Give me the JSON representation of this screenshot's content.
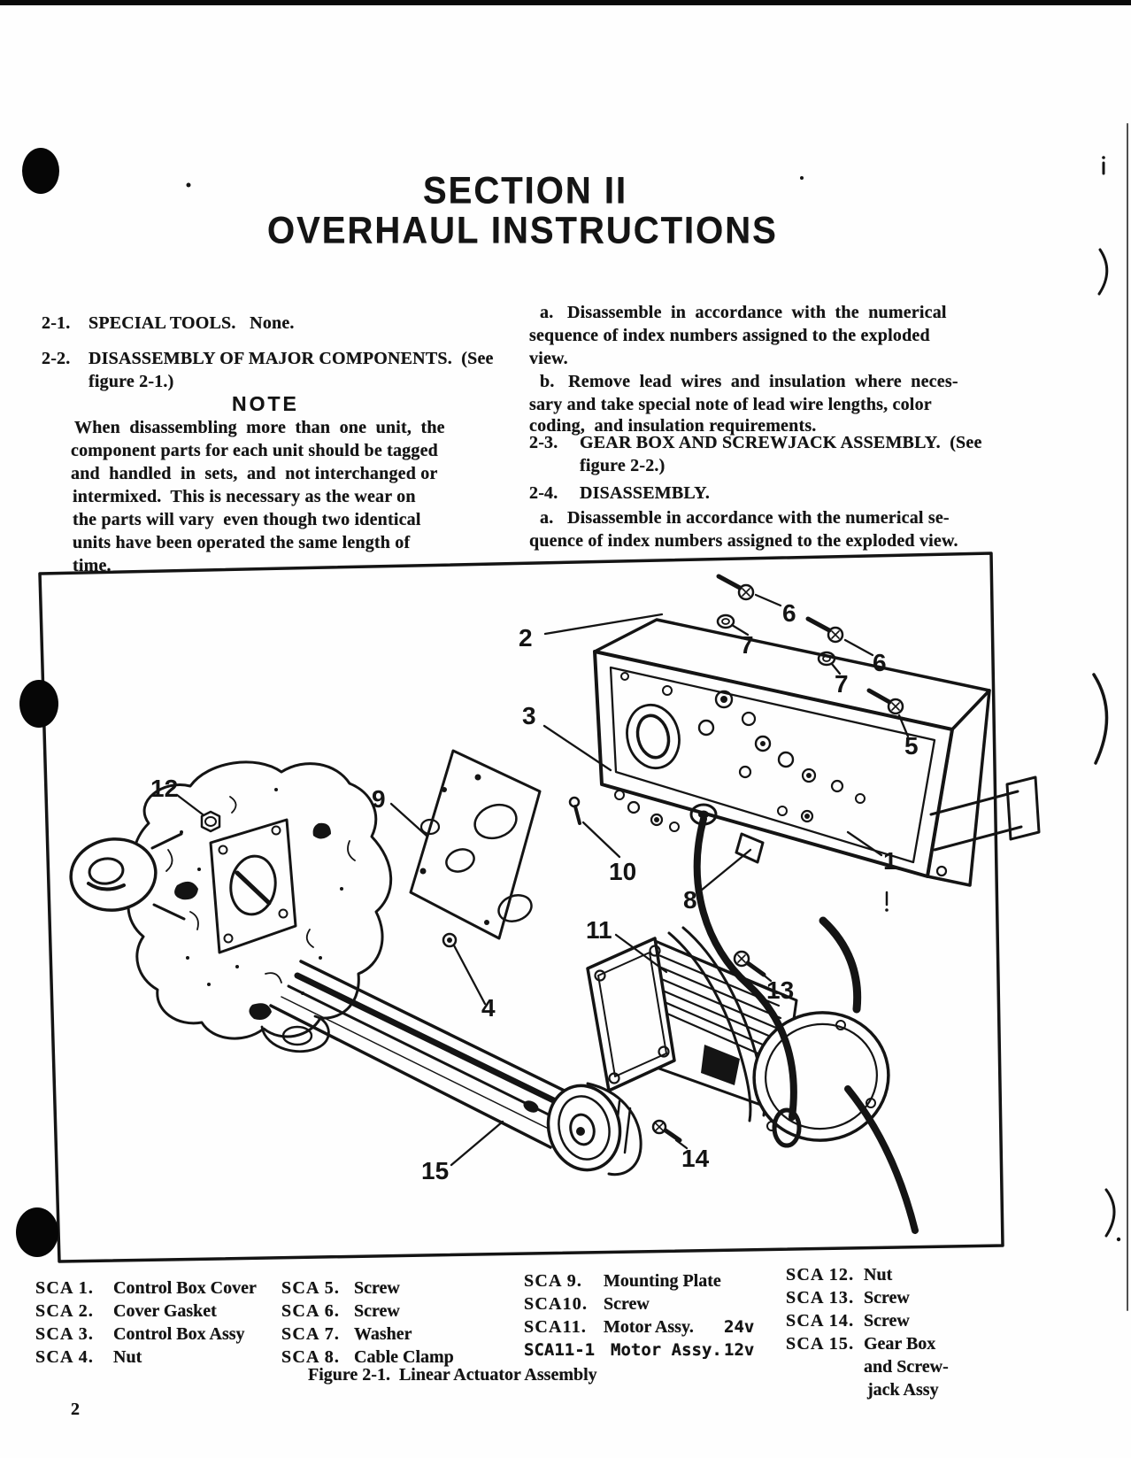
{
  "title": {
    "line1": "SECTION II",
    "line2": "OVERHAUL INSTRUCTIONS"
  },
  "left_column": {
    "item_2_1": {
      "num": "2-1.",
      "text": "SPECIAL TOOLS.   None."
    },
    "item_2_2": {
      "num": "2-2.",
      "line1": "DISASSEMBLY OF MAJOR COMPONENTS.  (See",
      "line2": "figure 2-1.)"
    },
    "note": {
      "heading": "NOTE",
      "lines": [
        "When  disassembling  more  than  one  unit,  the",
        "component parts for each unit should be tagged",
        "and  handled  in  sets,  and  not interchanged or",
        "intermixed.  This is necessary as the wear on",
        "the parts will vary  even though two identical",
        "units have been operated the same length of",
        "time."
      ]
    }
  },
  "right_column": {
    "para_a": {
      "lines": [
        "a.   Disassemble  in  accordance  with  the  numerical",
        "sequence of index numbers assigned to the exploded",
        "view."
      ]
    },
    "para_b": {
      "lines": [
        "b.   Remove  lead  wires  and  insulation  where  neces-",
        "sary and take special note of lead wire lengths, color",
        "coding,  and insulation requirements."
      ]
    },
    "item_2_3": {
      "num": "2-3.",
      "line1": "GEAR BOX AND SCREWJACK ASSEMBLY.  (See",
      "line2": "figure 2-2.)"
    },
    "item_2_4": {
      "num": "2-4.",
      "text": "DISASSEMBLY."
    },
    "para_a2": {
      "lines": [
        "a.   Disassemble in accordance with the numerical se-",
        "quence of index numbers assigned to the exploded view."
      ]
    }
  },
  "figure": {
    "caption": "Figure 2-1.  Linear Actuator Assembly",
    "callouts": [
      "1",
      "2",
      "3",
      "4",
      "5",
      "6",
      "6",
      "7",
      "7",
      "8",
      "9",
      "10",
      "11",
      "12",
      "13",
      "14",
      "15"
    ]
  },
  "parts_list": {
    "col1": [
      {
        "id": "SCA 1.",
        "name": "Control Box Cover"
      },
      {
        "id": "SCA 2.",
        "name": "Cover Gasket"
      },
      {
        "id": "SCA 3.",
        "name": "Control Box Assy"
      },
      {
        "id": "SCA 4.",
        "name": "Nut"
      }
    ],
    "col2": [
      {
        "id": "SCA 5.",
        "name": "Screw"
      },
      {
        "id": "SCA 6.",
        "name": "Screw"
      },
      {
        "id": "SCA 7.",
        "name": "Washer"
      },
      {
        "id": "SCA 8.",
        "name": "Cable Clamp"
      }
    ],
    "col3": [
      {
        "id": "SCA 9.",
        "name": "Mounting Plate",
        "volt": ""
      },
      {
        "id": "SCA10.",
        "name": "Screw",
        "volt": ""
      },
      {
        "id": "SCA11.",
        "name": "Motor Assy.",
        "volt": "24v"
      },
      {
        "id": "SCA11-1",
        "name": "Motor Assy.",
        "volt": "12v"
      }
    ],
    "col4": [
      {
        "id": "SCA 12.",
        "name": "Nut"
      },
      {
        "id": "SCA 13.",
        "name": "Screw"
      },
      {
        "id": "SCA 14.",
        "name": "Screw"
      },
      {
        "id": "SCA 15.",
        "name": "Gear Box"
      },
      {
        "id": "",
        "name": "and Screw-"
      },
      {
        "id": "",
        "name": "jack Assy"
      }
    ]
  },
  "page_number": "2"
}
